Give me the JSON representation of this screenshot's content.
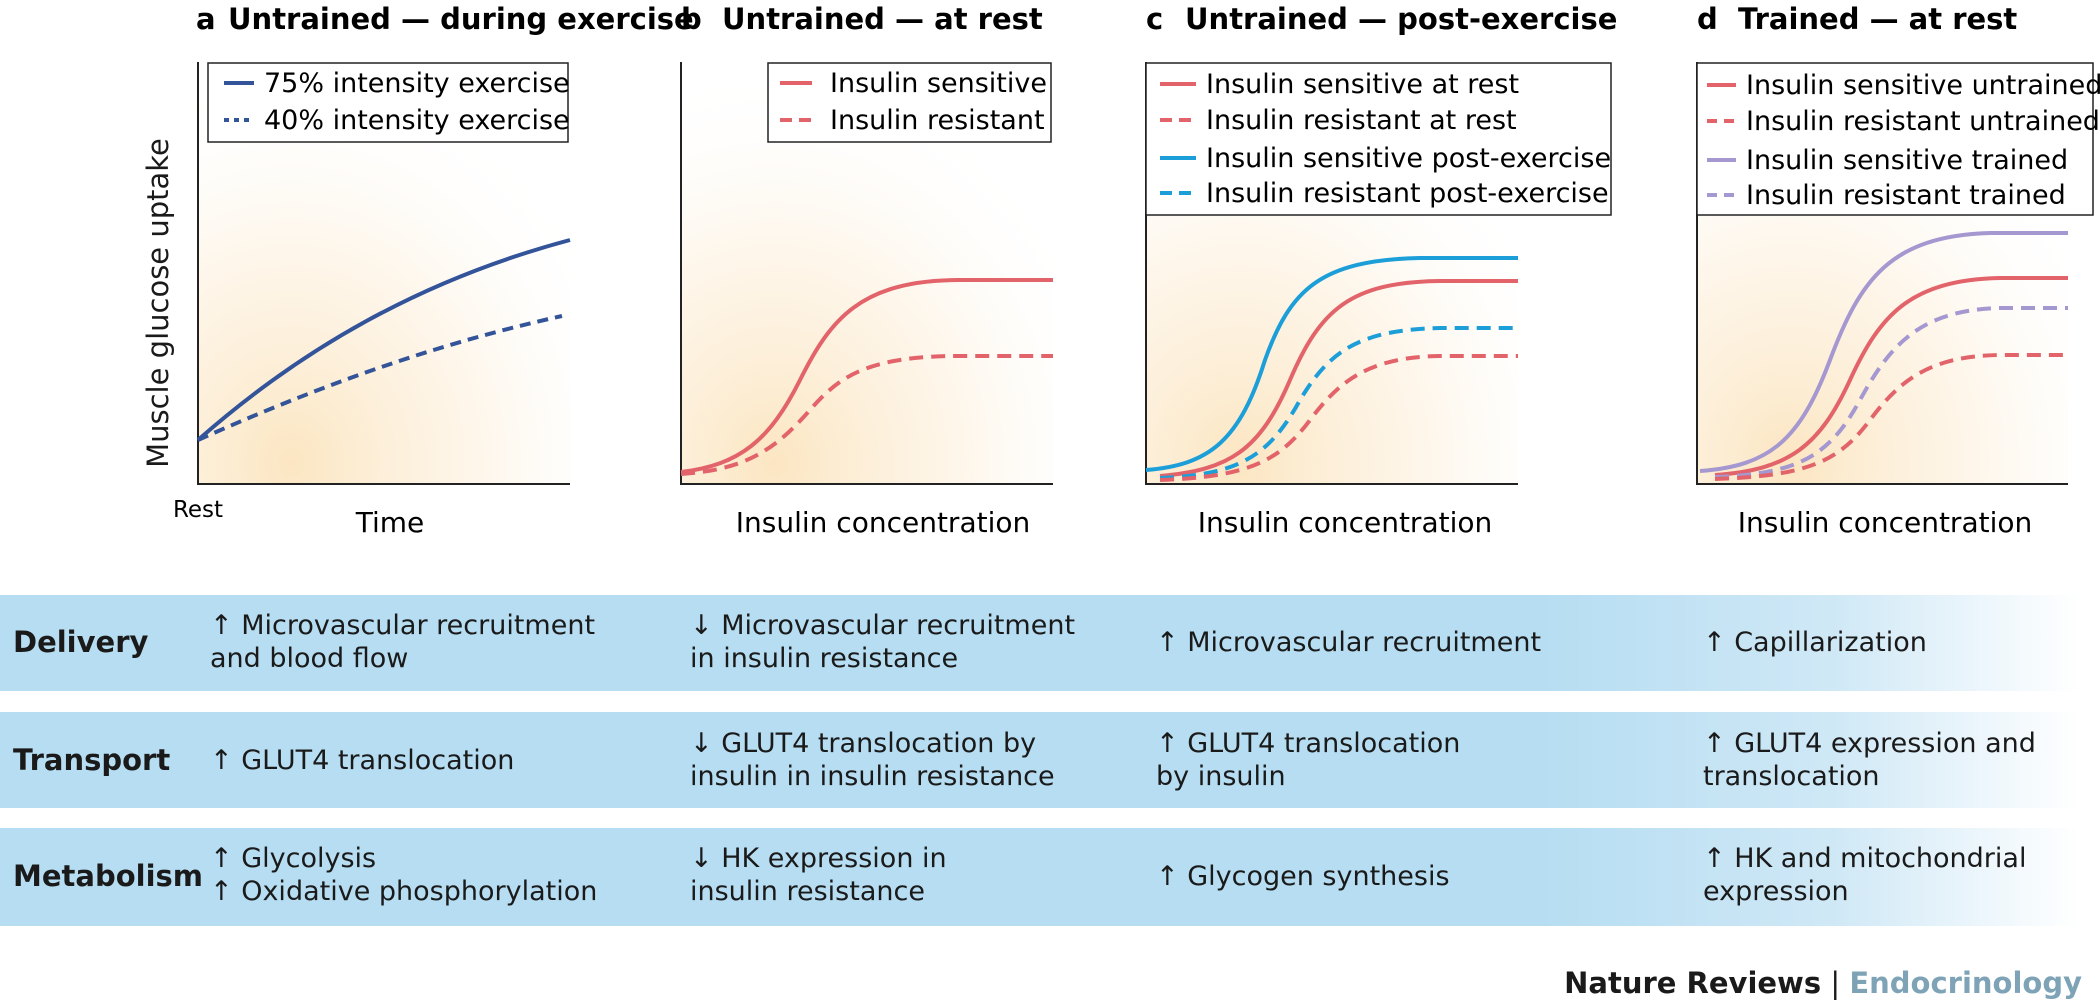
{
  "figure": {
    "ylabel": "Muscle glucose uptake",
    "panels": [
      {
        "letter": "a",
        "title": "Untrained — during exercise",
        "xlabel": "Time",
        "x_tick": "Rest",
        "legend": [
          {
            "label": "75% intensity exercise",
            "color": "#34549a",
            "dash": "solid"
          },
          {
            "label": "40% intensity exercise",
            "color": "#34549a",
            "dash": "dotted"
          }
        ]
      },
      {
        "letter": "b",
        "title": "Untrained — at rest",
        "xlabel": "Insulin concentration",
        "legend": [
          {
            "label": "Insulin sensitive",
            "color": "#e2646a",
            "dash": "solid"
          },
          {
            "label": "Insulin resistant",
            "color": "#e2646a",
            "dash": "dashed"
          }
        ]
      },
      {
        "letter": "c",
        "title": "Untrained — post-exercise",
        "xlabel": "Insulin concentration",
        "legend": [
          {
            "label": "Insulin sensitive at rest",
            "color": "#e2646a",
            "dash": "solid"
          },
          {
            "label": "Insulin resistant at rest",
            "color": "#e2646a",
            "dash": "dashed"
          },
          {
            "label": "Insulin sensitive post-exercise",
            "color": "#1c9ed8",
            "dash": "solid"
          },
          {
            "label": "Insulin resistant post-exercise",
            "color": "#1c9ed8",
            "dash": "dashed"
          }
        ]
      },
      {
        "letter": "d",
        "title": "Trained — at rest",
        "xlabel": "Insulin concentration",
        "legend": [
          {
            "label": "Insulin sensitive untrained",
            "color": "#e2646a",
            "dash": "solid"
          },
          {
            "label": "Insulin resistant untrained",
            "color": "#e2646a",
            "dash": "dashed"
          },
          {
            "label": "Insulin sensitive trained",
            "color": "#a597cf",
            "dash": "solid"
          },
          {
            "label": "Insulin resistant trained",
            "color": "#a597cf",
            "dash": "dashed"
          }
        ]
      }
    ]
  },
  "table": {
    "rows": [
      {
        "label": "Delivery",
        "cells": [
          [
            "↑ Microvascular recruitment",
            "and blood flow"
          ],
          [
            "↓ Microvascular recruitment",
            "in insulin resistance"
          ],
          [
            "↑ Microvascular recruitment"
          ],
          [
            "↑ Capillarization"
          ]
        ]
      },
      {
        "label": "Transport",
        "cells": [
          [
            "↑ GLUT4 translocation"
          ],
          [
            "↓ GLUT4 translocation by",
            "insulin in insulin resistance"
          ],
          [
            "↑ GLUT4 translocation",
            "by insulin"
          ],
          [
            "↑ GLUT4 expression and",
            "translocation"
          ]
        ]
      },
      {
        "label": "Metabolism",
        "cells": [
          [
            "↑ Glycolysis",
            "↑ Oxidative phosphorylation"
          ],
          [
            "↓ HK expression in",
            "insulin resistance"
          ],
          [
            "↑ Glycogen synthesis"
          ],
          [
            "↑ HK and mitochondrial",
            "expression"
          ]
        ]
      }
    ]
  },
  "footer": {
    "brand": "Nature Reviews",
    "separator": "|",
    "journal": "Endocrinology"
  },
  "colors": {
    "band": "#b6ddf2",
    "glow": "#fbe6c4",
    "navy": "#34549a",
    "red": "#e2646a",
    "blue": "#1c9ed8",
    "lavender": "#a597cf"
  }
}
